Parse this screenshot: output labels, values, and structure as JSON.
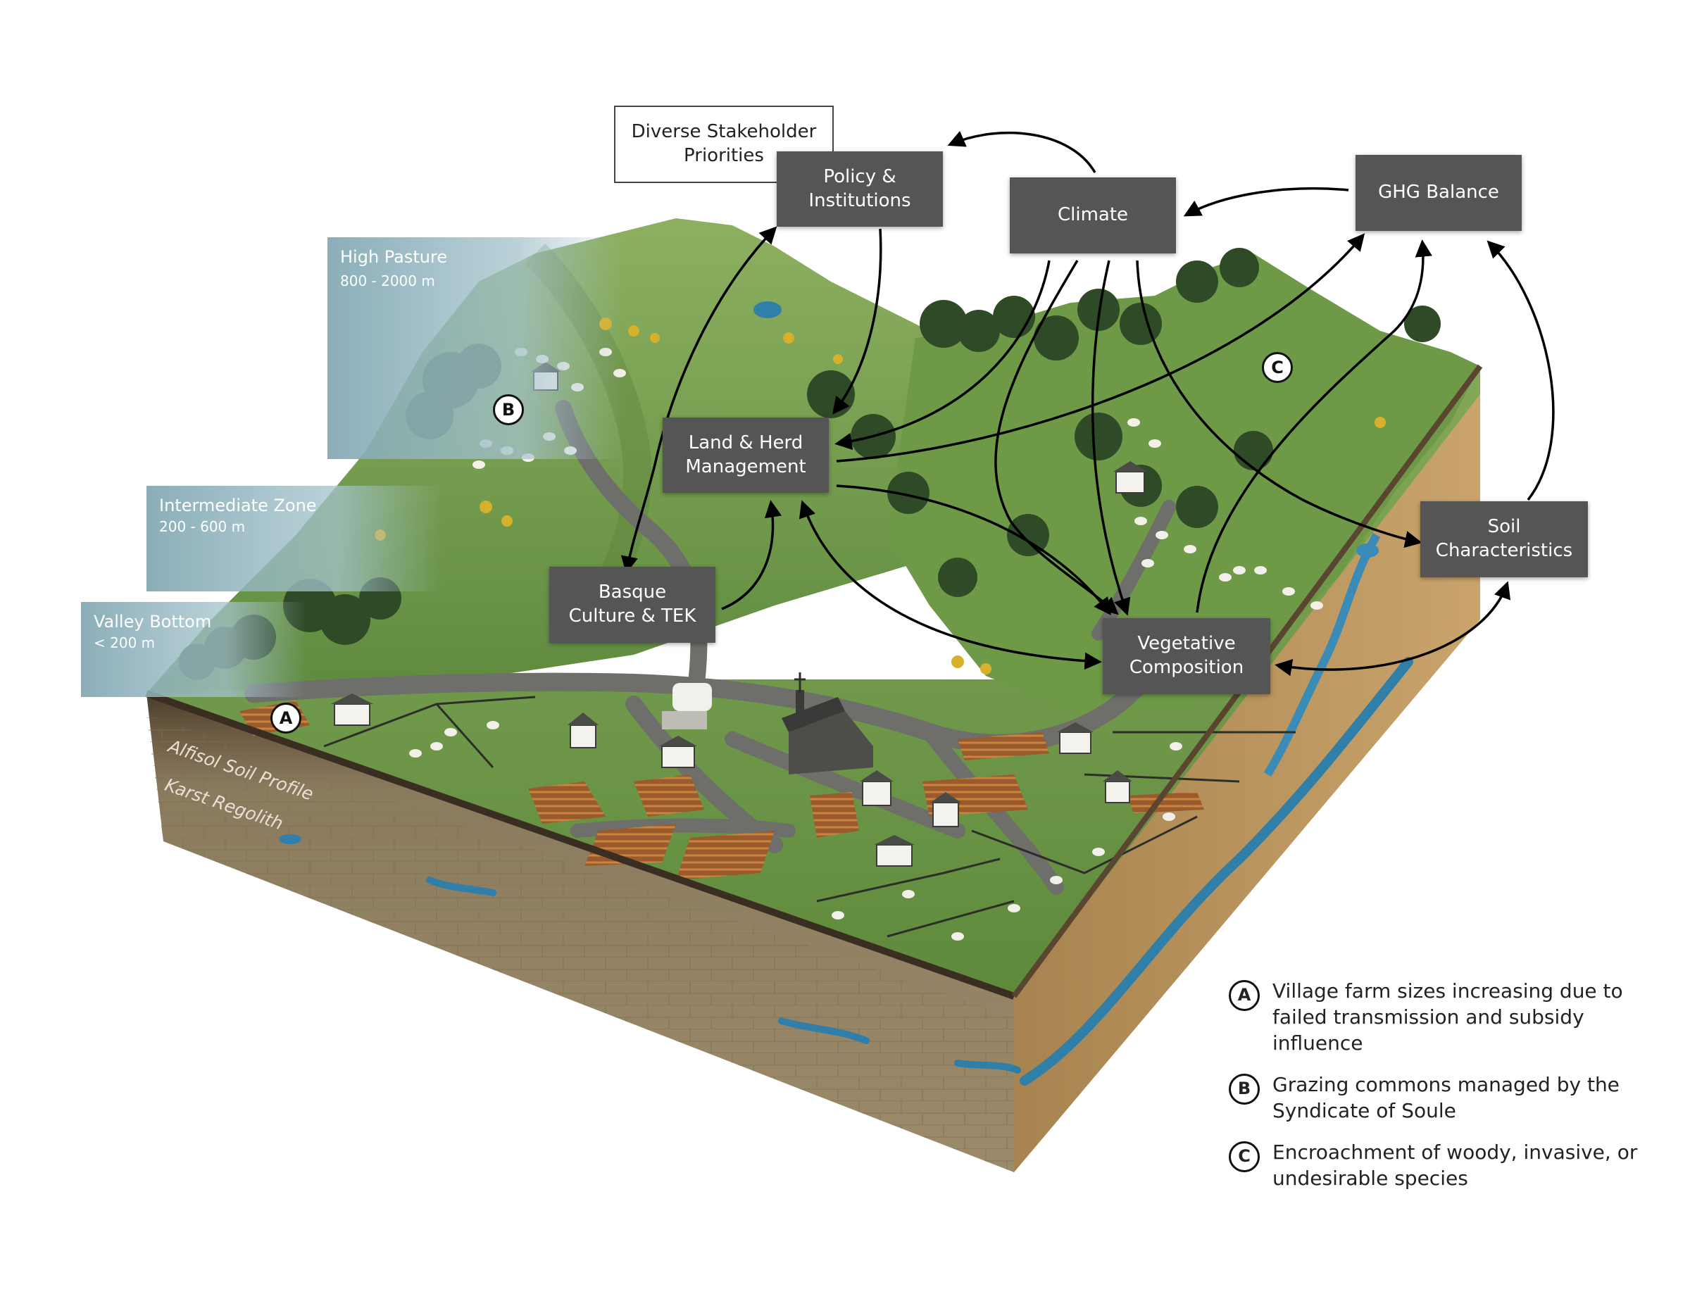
{
  "boxes": {
    "stakeholder": "Diverse Stakeholder\nPriorities",
    "policy": "Policy &\nInstitutions",
    "climate": "Climate",
    "ghg": "GHG Balance",
    "land_herd": "Land & Herd\nManagement",
    "basque": "Basque\nCulture & TEK",
    "vegetative": "Vegetative\nComposition",
    "soil": "Soil\nCharacteristics"
  },
  "zones": {
    "high": {
      "title": "High Pasture",
      "range": "800 - 2000 m"
    },
    "intermediate": {
      "title": "Intermediate Zone",
      "range": "200 - 600 m"
    },
    "valley": {
      "title": "Valley Bottom",
      "range": "< 200 m"
    }
  },
  "soil_labels": {
    "alfisol": "Alfisol Soil Profile",
    "karst": "Karst Regolith"
  },
  "markers": {
    "a": "A",
    "b": "B",
    "c": "C"
  },
  "legend": [
    {
      "marker": "A",
      "text": "Village farm sizes increasing due to failed transmission and subsidy influence"
    },
    {
      "marker": "B",
      "text": "Grazing commons managed by the Syndicate of Soule"
    },
    {
      "marker": "C",
      "text": "Encroachment of woody, invasive, or undesirable species"
    }
  ],
  "colors": {
    "box_fill": "#555555",
    "grass": "#6f9a4a",
    "soil_front": "#8a7b5f",
    "soil_side": "#b89460",
    "water": "#2f7fa8",
    "road": "#6e6e6a"
  }
}
